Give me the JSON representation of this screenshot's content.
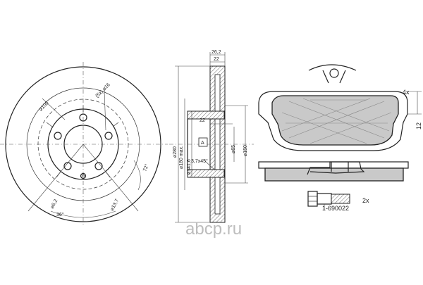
{
  "disc_front": {
    "labels": {
      "d100": "⌀100",
      "d5x16": "(5x) ⌀16",
      "d62": "⌀6,2",
      "d137": "⌀13,7",
      "a36": "36°",
      "a72": "72°"
    }
  },
  "disc_section": {
    "labels": {
      "t262": "26,2",
      "t22top": "22",
      "t22mid": "22",
      "d280": "⌀280",
      "d180max": "⌀180 max.",
      "d1416": "⌀141,6",
      "chamfer": "3,7x45°",
      "d65": "⌀65",
      "d150": "⌀150",
      "datum": "A"
    }
  },
  "brake_pad": {
    "qty": "4x",
    "thickness": "12"
  },
  "bolt": {
    "qty": "2x",
    "part_number": "1-690022"
  },
  "watermark": "abcp.ru",
  "colors": {
    "line": "#222222",
    "pad_fill": "#c9c9c9",
    "watermark": "#bdbdbd"
  }
}
